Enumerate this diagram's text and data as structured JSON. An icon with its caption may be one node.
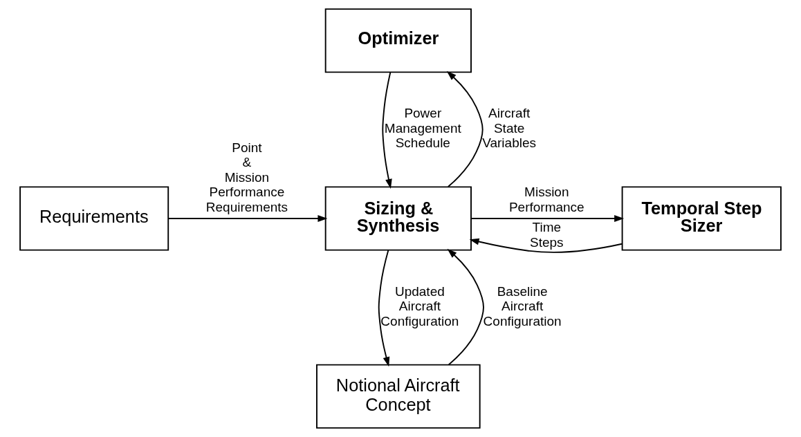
{
  "diagram": {
    "nodes": [
      {
        "text": [
          "Optimizer"
        ]
      },
      {
        "text": [
          "Requirements"
        ]
      },
      {
        "text": [
          "Sizing & Synthesis"
        ]
      },
      {
        "text": [
          "Temporal Step Sizer"
        ]
      },
      {
        "text": [
          "Notional Aircraft Concept"
        ]
      }
    ],
    "edges": [
      {
        "from": 0,
        "to": 2,
        "arrow": "to",
        "label": "Power Management Schedule"
      },
      {
        "from": 2,
        "to": 0,
        "arrow": "to",
        "label": "Aircraft State Variables"
      },
      {
        "from": 1,
        "to": 2,
        "arrow": "to",
        "label": "Point & Mission Performance Requirements"
      },
      {
        "from": 3,
        "to": 2,
        "arrow": "to",
        "label": "Time Steps"
      },
      {
        "from": 2,
        "to": 3,
        "arrow": "to",
        "label": "Mission Performance"
      },
      {
        "from": 4,
        "to": 2,
        "arrow": "to",
        "label": "Baseline Aircraft Configuration"
      },
      {
        "from": 2,
        "to": 4,
        "arrow": "to",
        "label": "Updated Aircraft Configuration"
      }
    ]
  }
}
